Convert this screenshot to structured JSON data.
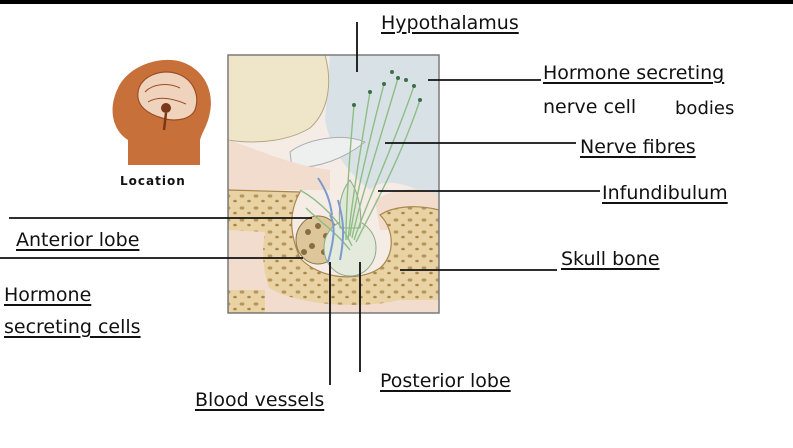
{
  "location_caption": "Location",
  "labels": {
    "hypothalamus": "Hypothalamus",
    "hormone_secreting": "Hormone secreting",
    "nerve_cell": "nerve cell",
    "bodies": "bodies",
    "nerve_fibres": "Nerve fibres",
    "infundibulum": "Infundibulum",
    "anterior_lobe": "Anterior lobe",
    "skull_bone": "Skull bone",
    "hormone": "Hormone",
    "secreting_cells": "secreting cells",
    "blood_vessels": "Blood vessels",
    "posterior_lobe": "Posterior lobe"
  },
  "colors": {
    "head": "#c8703a",
    "bone": "#e9d3a4",
    "tissue": "#f2dccd",
    "fibres": "#9bc48e",
    "blood": "#7a9ad0"
  }
}
